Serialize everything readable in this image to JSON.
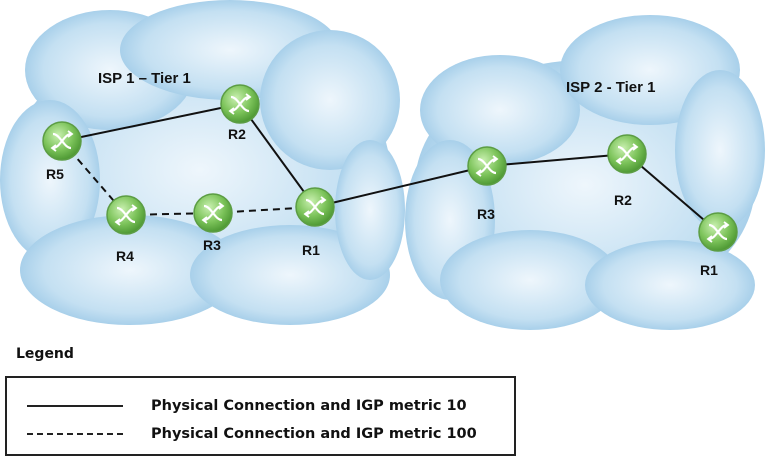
{
  "clouds": [
    {
      "title": "ISP  1 – Tier 1",
      "routers": [
        "R5",
        "R2",
        "R4",
        "R3",
        "R1"
      ]
    },
    {
      "title": "ISP  2 - Tier 1",
      "routers": [
        "R3",
        "R2",
        "R1"
      ]
    }
  ],
  "links": [
    {
      "from": "ISP1-R5",
      "to": "ISP1-R2",
      "type": "solid",
      "metric": 10
    },
    {
      "from": "ISP1-R2",
      "to": "ISP1-R1",
      "type": "solid",
      "metric": 10
    },
    {
      "from": "ISP1-R5",
      "to": "ISP1-R4",
      "type": "dashed",
      "metric": 100
    },
    {
      "from": "ISP1-R4",
      "to": "ISP1-R3",
      "type": "dashed",
      "metric": 100
    },
    {
      "from": "ISP1-R3",
      "to": "ISP1-R1",
      "type": "dashed",
      "metric": 100
    },
    {
      "from": "ISP1-R1",
      "to": "ISP2-R3",
      "type": "solid",
      "metric": 10
    },
    {
      "from": "ISP2-R3",
      "to": "ISP2-R2",
      "type": "solid",
      "metric": 10
    },
    {
      "from": "ISP2-R2",
      "to": "ISP2-R1",
      "type": "solid",
      "metric": 10
    }
  ],
  "legend": {
    "title": "Legend",
    "solid_label": "Physical Connection and IGP metric 10",
    "dashed_label": "Physical Connection and IGP metric 100"
  },
  "colors": {
    "cloud": "#a9d0ea",
    "router": "#7cc35a",
    "line": "#111111"
  }
}
